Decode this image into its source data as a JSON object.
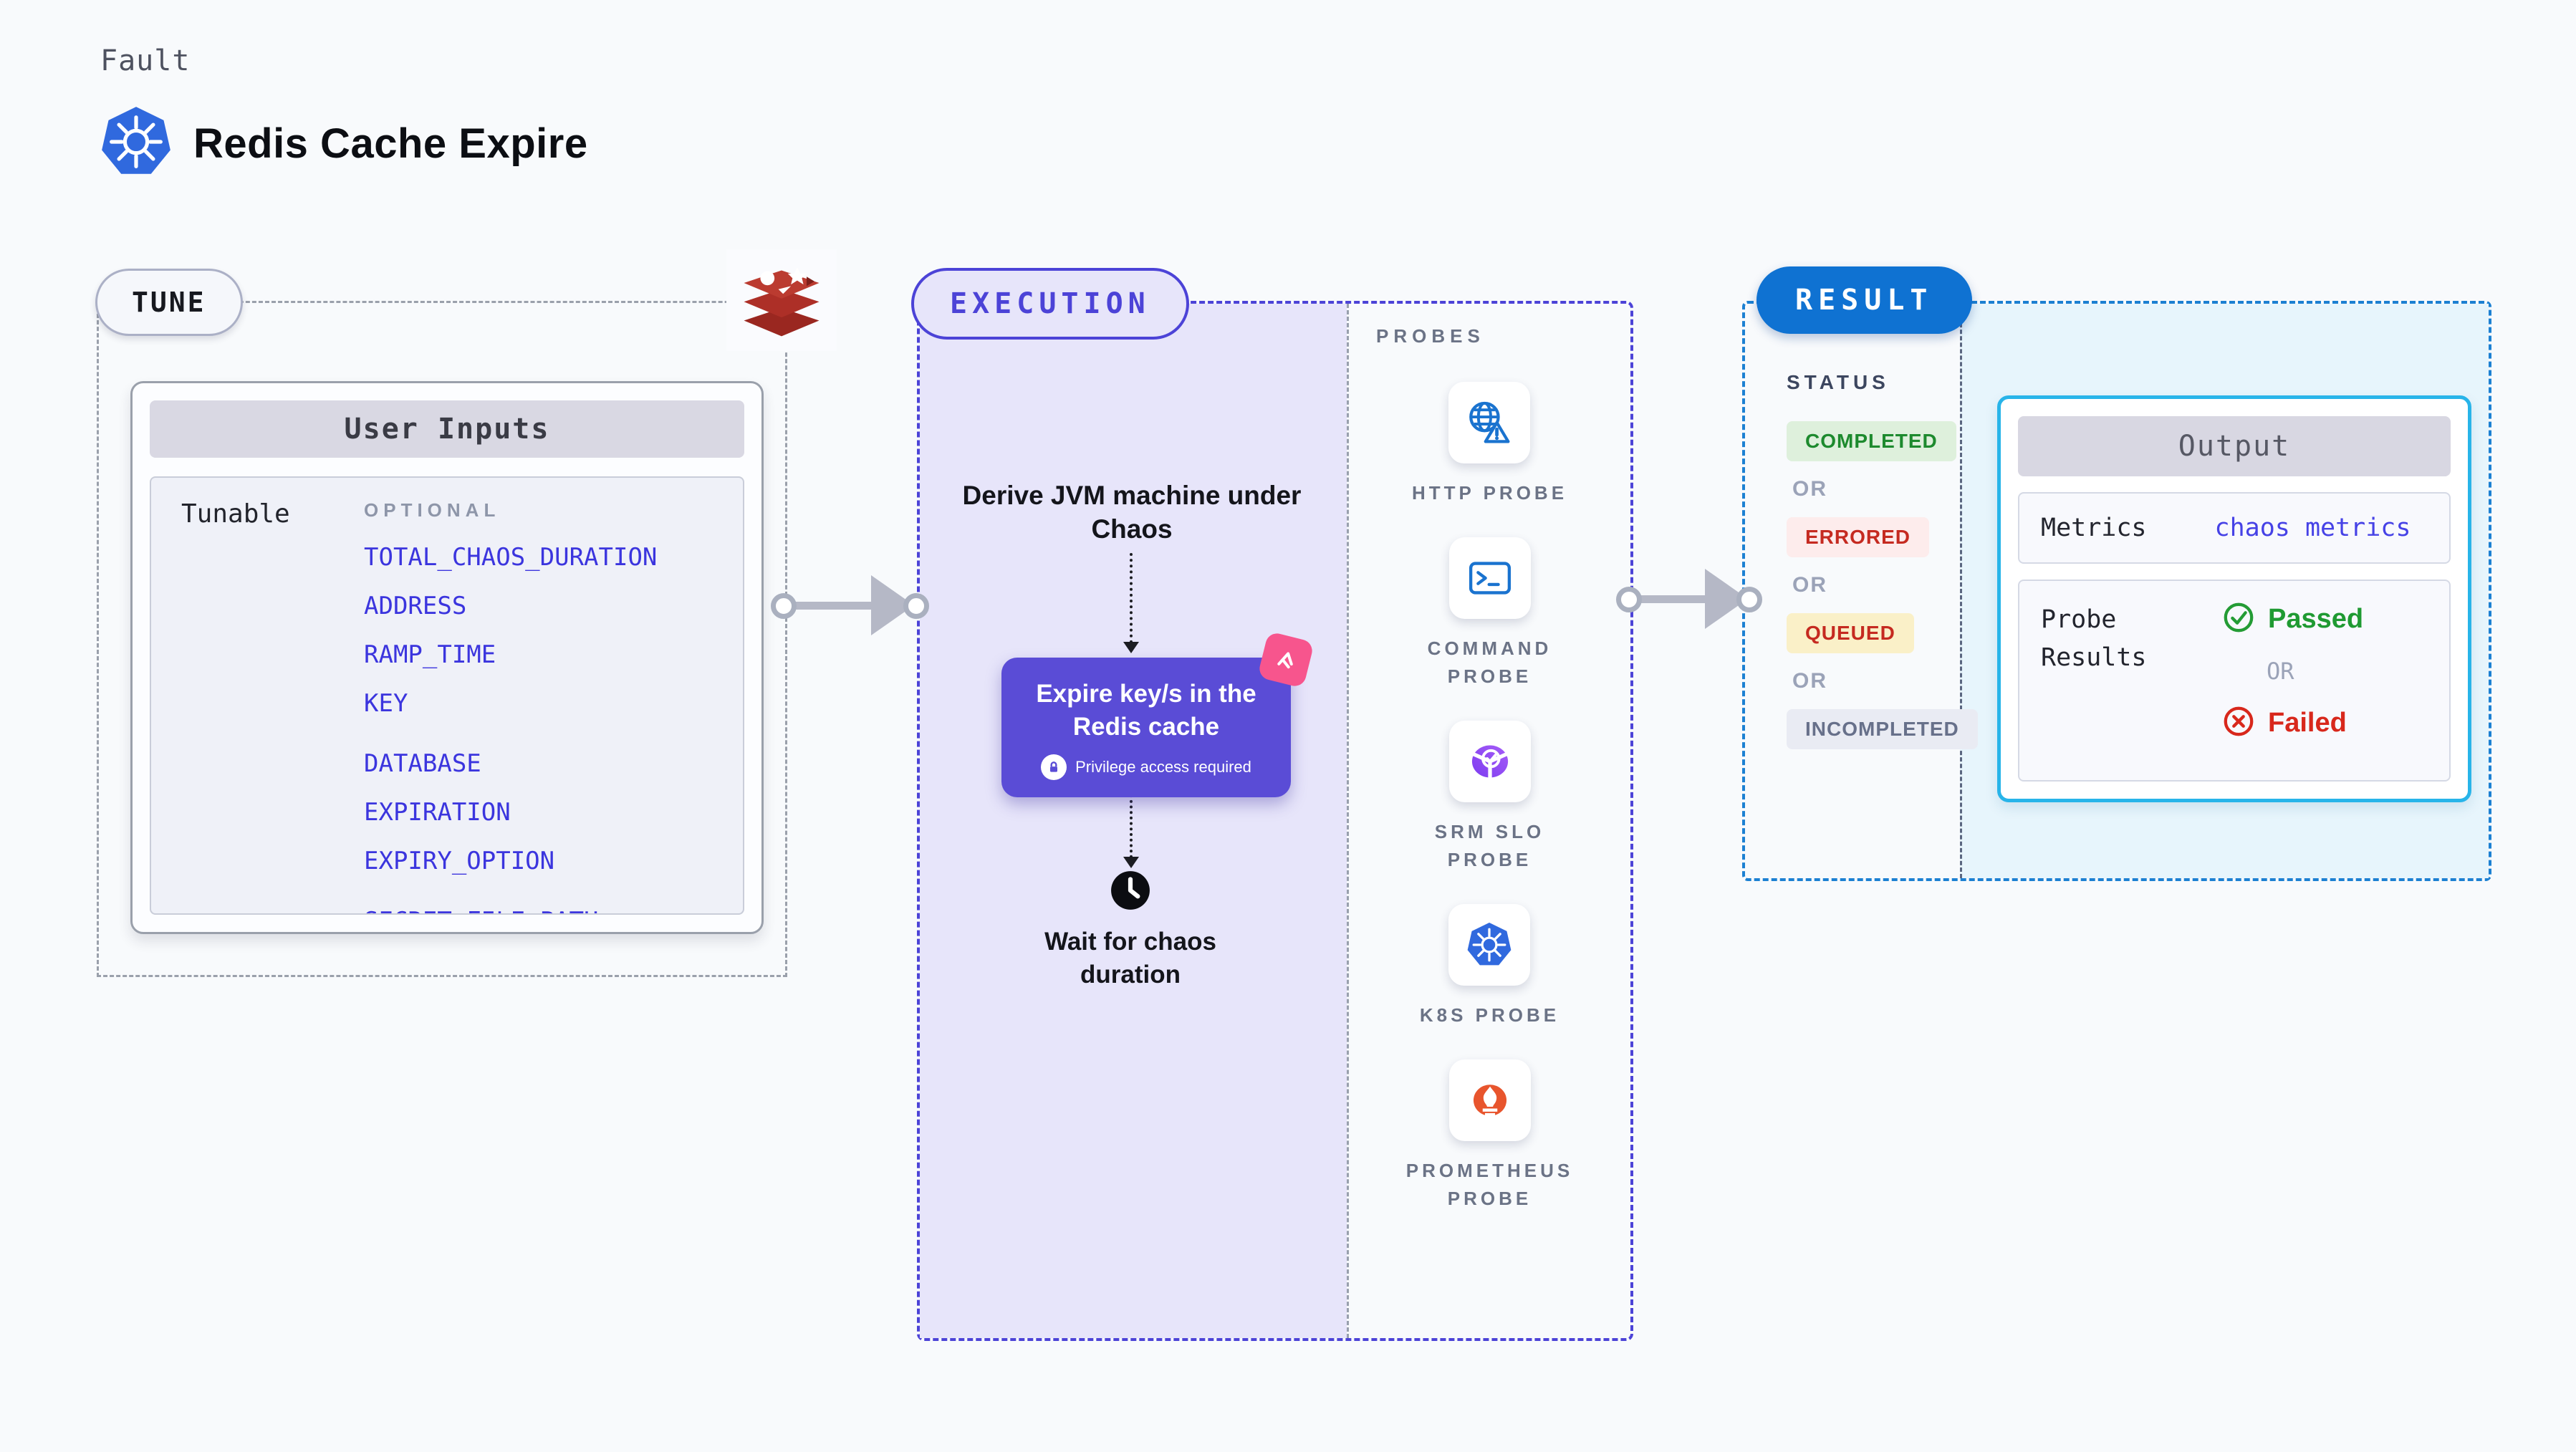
{
  "header": {
    "kind": "Fault",
    "title": "Redis Cache Expire"
  },
  "tune": {
    "badge": "TUNE",
    "panel_title": "User Inputs",
    "group_label": "Tunable",
    "optional_label": "OPTIONAL",
    "inputs": [
      "TOTAL_CHAOS_DURATION",
      "ADDRESS",
      "RAMP_TIME",
      "KEY",
      "DATABASE",
      "EXPIRATION",
      "EXPIRY_OPTION",
      "SECRET_FILE_PATH"
    ]
  },
  "execution": {
    "badge": "EXECUTION",
    "derive_text": "Derive JVM machine under Chaos",
    "action_title": "Expire key/s in the Redis cache",
    "privilege_note": "Privilege access required",
    "wait_text": "Wait for chaos duration",
    "probes_heading": "PROBES",
    "probes": [
      {
        "label": "HTTP PROBE",
        "icon": "globe-alert-icon"
      },
      {
        "label": "COMMAND PROBE",
        "icon": "terminal-icon"
      },
      {
        "label": "SRM SLO PROBE",
        "icon": "slo-donut-icon"
      },
      {
        "label": "K8S PROBE",
        "icon": "kubernetes-icon"
      },
      {
        "label": "PROMETHEUS PROBE",
        "icon": "prometheus-icon"
      }
    ]
  },
  "result": {
    "badge": "RESULT",
    "status_heading": "STATUS",
    "or_label": "OR",
    "statuses": [
      {
        "label": "COMPLETED",
        "type": "success"
      },
      {
        "label": "ERRORED",
        "type": "error"
      },
      {
        "label": "QUEUED",
        "type": "warn"
      },
      {
        "label": "INCOMPLETED",
        "type": "neutral"
      }
    ],
    "output": {
      "title": "Output",
      "metrics_label": "Metrics",
      "metrics_value": "chaos metrics",
      "probe_results_label": "Probe Results",
      "passed_label": "Passed",
      "or_label": "OR",
      "failed_label": "Failed"
    }
  },
  "icons": {
    "header_logo": "kubernetes-icon",
    "tune_corner": "redis-icon",
    "action_note": "lock-icon",
    "action_corner": "chaos-badge-icon",
    "wait": "clock-icon",
    "passed": "check-circle-icon",
    "failed": "x-circle-icon"
  },
  "colors": {
    "background": "#f8fafc",
    "execution_accent": "#4c43d7",
    "execution_fill": "#e7e5fa",
    "action_node": "#5a4cd6",
    "chaos_pink": "#f7558d",
    "result_accent": "#1c80d2",
    "result_fill": "#e7f5fc",
    "output_border": "#28b4e9",
    "input_link": "#3b35de",
    "success_green": "#1d8a2e",
    "error_red": "#c52a20",
    "passed_green": "#1f9a32",
    "failed_red": "#d8281c",
    "arrow_gray": "#b5b8c6"
  }
}
